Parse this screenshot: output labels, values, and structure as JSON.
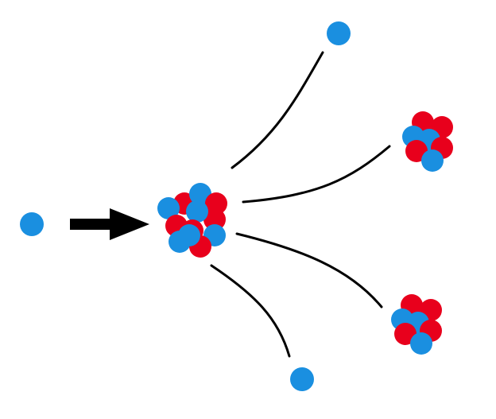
{
  "diagram": {
    "subject": "nuclear fission",
    "colors": {
      "neutron": "#1a8fe0",
      "proton": "#e8001c",
      "arrow": "#000000",
      "trajectory": "#000000",
      "background": "#ffffff"
    },
    "particles": {
      "incoming_neutron": "neutron",
      "target_nucleus": "heavy-nucleus",
      "products": [
        "neutron",
        "fission-fragment",
        "fission-fragment",
        "neutron"
      ]
    },
    "icons": {
      "arrow": "arrow-right-icon"
    }
  }
}
